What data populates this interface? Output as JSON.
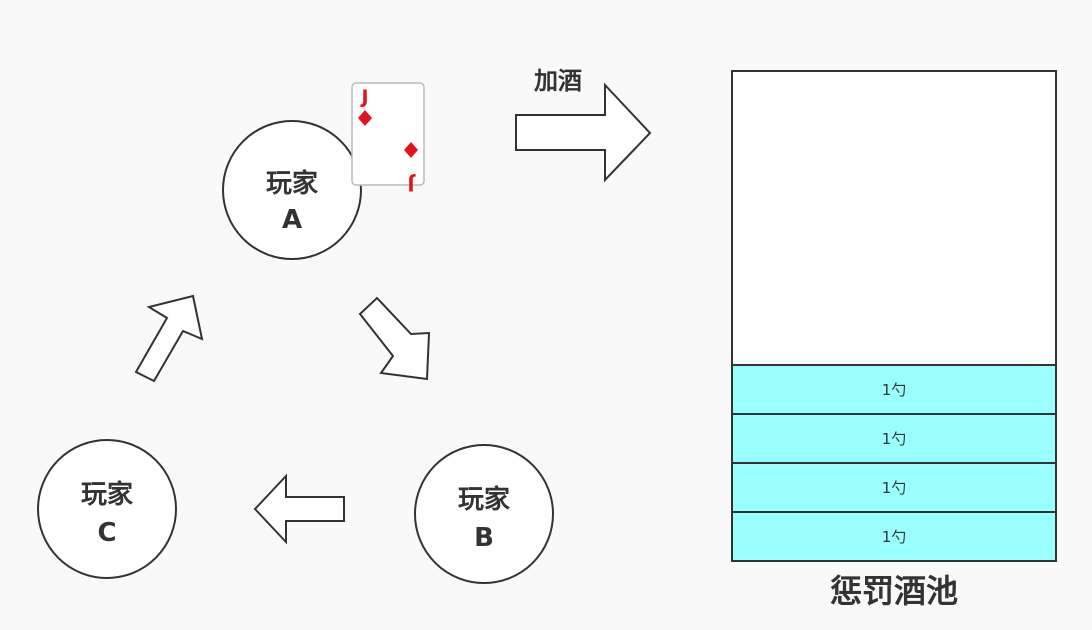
{
  "players": [
    {
      "line1": "玩家",
      "line2": "A"
    },
    {
      "line1": "玩家",
      "line2": "B"
    },
    {
      "line1": "玩家",
      "line2": "C"
    }
  ],
  "card": {
    "rank": "J",
    "suit": "diamonds",
    "color": "#e0141e"
  },
  "add_wine_label": "加酒",
  "pool": {
    "title": "惩罚酒池",
    "levels": [
      "1勺",
      "1勺",
      "1勺",
      "1勺"
    ],
    "fill_color": "#99ffff"
  },
  "icons": [
    "arrow-right-icon",
    "arrow-down-right-icon",
    "arrow-left-icon",
    "arrow-up-right-icon",
    "playing-card-icon"
  ]
}
